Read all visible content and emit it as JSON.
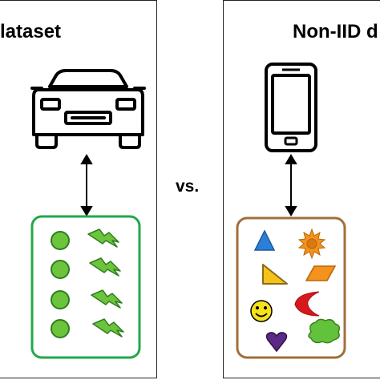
{
  "left": {
    "title": "lataset",
    "device": "car-icon",
    "data_items": [
      "green-circle",
      "green-lightning"
    ],
    "box_color": "#22a84a"
  },
  "right": {
    "title": "Non-IID d",
    "device": "smartphone-icon",
    "data_items": [
      "blue-triangle",
      "orange-sun",
      "yellow-right-triangle",
      "orange-parallelogram",
      "smiley-face",
      "red-crescent",
      "purple-heart",
      "green-cloud"
    ],
    "box_color": "#a0703a"
  },
  "vs_label": "vs.",
  "colors": {
    "green_fill": "#6cc43c",
    "green_stroke": "#2f7d1e",
    "blue": "#2b7fd6",
    "orange": "#f3921c",
    "yellow": "#f6c21a",
    "red": "#d7191c",
    "purple": "#5b2a86",
    "cloud_green": "#62c23c"
  }
}
